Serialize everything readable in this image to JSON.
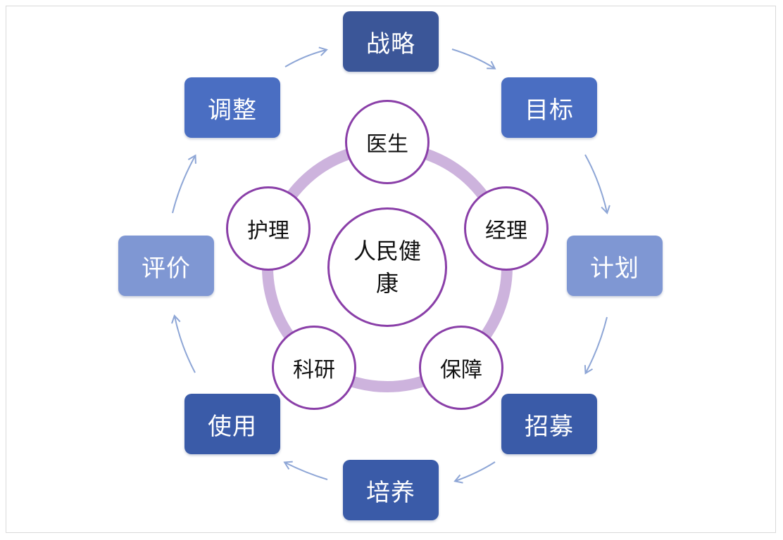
{
  "center": {
    "label": "人民健康"
  },
  "ring_color": "#cdb3dd",
  "circle_border_color": "#8a3fa8",
  "arrow_color": "#8ea6d6",
  "inner_roles": [
    {
      "id": "doctor",
      "label": "医生"
    },
    {
      "id": "manager",
      "label": "经理"
    },
    {
      "id": "support",
      "label": "保障"
    },
    {
      "id": "research",
      "label": "科研"
    },
    {
      "id": "nursing",
      "label": "护理"
    }
  ],
  "cycle_steps": [
    {
      "id": "strategy",
      "label": "战略",
      "color": "#3b5698"
    },
    {
      "id": "goal",
      "label": "目标",
      "color": "#4a6ec2"
    },
    {
      "id": "plan",
      "label": "计划",
      "color": "#7f97d3"
    },
    {
      "id": "recruit",
      "label": "招募",
      "color": "#3a5ba8"
    },
    {
      "id": "train",
      "label": "培养",
      "color": "#3a5ba8"
    },
    {
      "id": "use",
      "label": "使用",
      "color": "#3a5ba8"
    },
    {
      "id": "evaluate",
      "label": "评价",
      "color": "#7f97d3"
    },
    {
      "id": "adjust",
      "label": "调整",
      "color": "#4a6ec2"
    }
  ]
}
